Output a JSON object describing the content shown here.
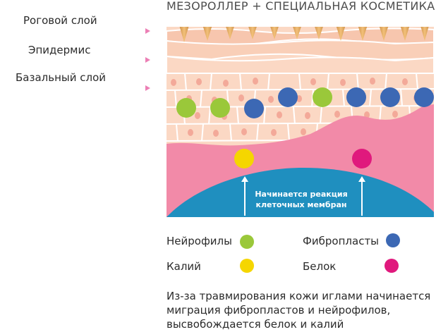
{
  "title": "МЕЗОРОЛЛЕР + СПЕЦИАЛЬНАЯ КОСМЕТИКА",
  "layers": [
    {
      "label": "Роговой слой"
    },
    {
      "label": "Эпидермис"
    },
    {
      "label": "Базальный слой"
    }
  ],
  "reaction_text": [
    "Начинается реакция",
    "клеточных мембран"
  ],
  "legend": [
    {
      "label": "Нейрофилы",
      "color": "#9ac83a",
      "icon": "green-circle"
    },
    {
      "label": "Фибропласты",
      "color": "#3c68b4",
      "icon": "blue-circle"
    },
    {
      "label": "Калий",
      "color": "#f5d600",
      "icon": "yellow-circle"
    },
    {
      "label": "Белок",
      "color": "#e0197d",
      "icon": "magenta-circle"
    }
  ],
  "caption": [
    "Из-за травмирования кожи иглами начинается",
    "миграция фибропластов и нейрофилов,",
    "высвобождается белок и калий"
  ],
  "colors": {
    "arrow_pink": "#ec7fb5",
    "skin_peach": "#fbd8c4",
    "dermis_pink": "#f28aa8",
    "membrane_blue": "#1f8fbf",
    "needle_gold": "#d99a43"
  }
}
